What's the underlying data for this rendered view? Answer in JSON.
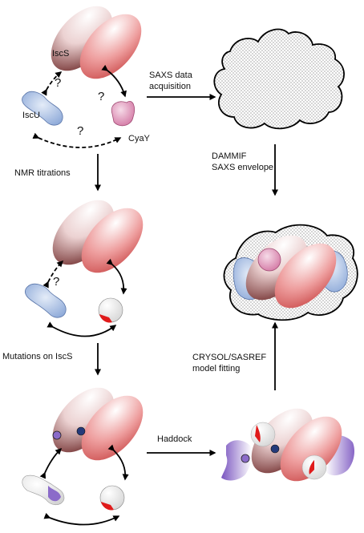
{
  "labels": {
    "iscs": "IscS",
    "iscu": "IscU",
    "cyay": "CyaY",
    "question": "?"
  },
  "steps": {
    "saxs_line1": "SAXS data",
    "saxs_line2": "acquisition",
    "dammif_line1": "DAMMIF",
    "dammif_line2": "SAXS envelope",
    "nmr": "NMR titrations",
    "mutations": "Mutations on IscS",
    "haddock": "Haddock",
    "crysol_line1": "CRYSOL/SASREF",
    "crysol_line2": "model fitting"
  },
  "colors": {
    "arrow": "#000000",
    "iscs_red": "#d9585b",
    "iscs_dark": "#6e2a2a",
    "iscu_blue": "#8aa6d8",
    "cyay_pink": "#d67aa6",
    "mutation_purple": "#8b6bc9",
    "mutation_navy": "#243a7a"
  }
}
